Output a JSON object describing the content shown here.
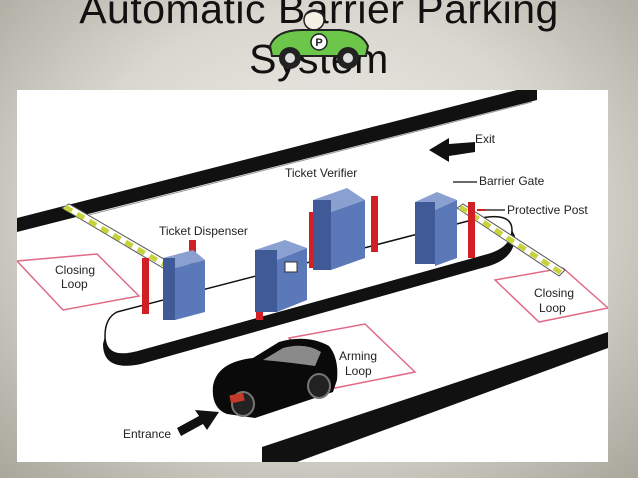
{
  "slide": {
    "title_line1": "Automatic Barrier Parking",
    "title_line2": "System"
  },
  "diagram": {
    "labels": {
      "exit": "Exit",
      "barrier_gate": "Barrier Gate",
      "protective_post": "Protective Post",
      "ticket_verifier": "Ticket Verifier",
      "ticket_dispenser": "Ticket Dispenser",
      "closing_loop_left_1": "Closing",
      "closing_loop_left_2": "Loop",
      "closing_loop_right_1": "Closing",
      "closing_loop_right_2": "Loop",
      "arming_loop_1": "Arming",
      "arming_loop_2": "Loop",
      "entrance": "Entrance"
    },
    "colors": {
      "kiosk": "#5b78b8",
      "kiosk_dark": "#3f5a96",
      "post": "#d21f26",
      "barrier_stripe": "#c8d23a",
      "loop_outline": "#e06a86",
      "curb": "#111111",
      "car_body": "#0a0a0a"
    }
  },
  "logo": {
    "icon": "green-race-car-icon",
    "badge_text": "P"
  }
}
